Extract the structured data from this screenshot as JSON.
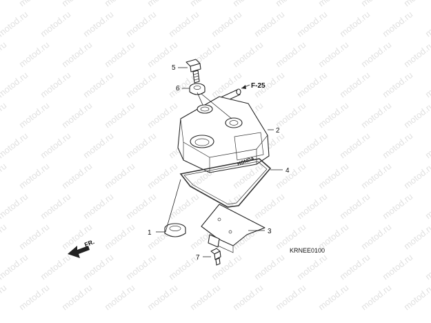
{
  "watermark": {
    "text": "motod.ru"
  },
  "callouts": [
    {
      "number": "1"
    },
    {
      "number": "2"
    },
    {
      "number": "3"
    },
    {
      "number": "4"
    },
    {
      "number": "5"
    },
    {
      "number": "6"
    },
    {
      "number": "7"
    }
  ],
  "reference": {
    "label": "F-25"
  },
  "direction": {
    "label": "FR."
  },
  "diagram_code": "KRNEE0100",
  "cover_marking": "HONDA"
}
